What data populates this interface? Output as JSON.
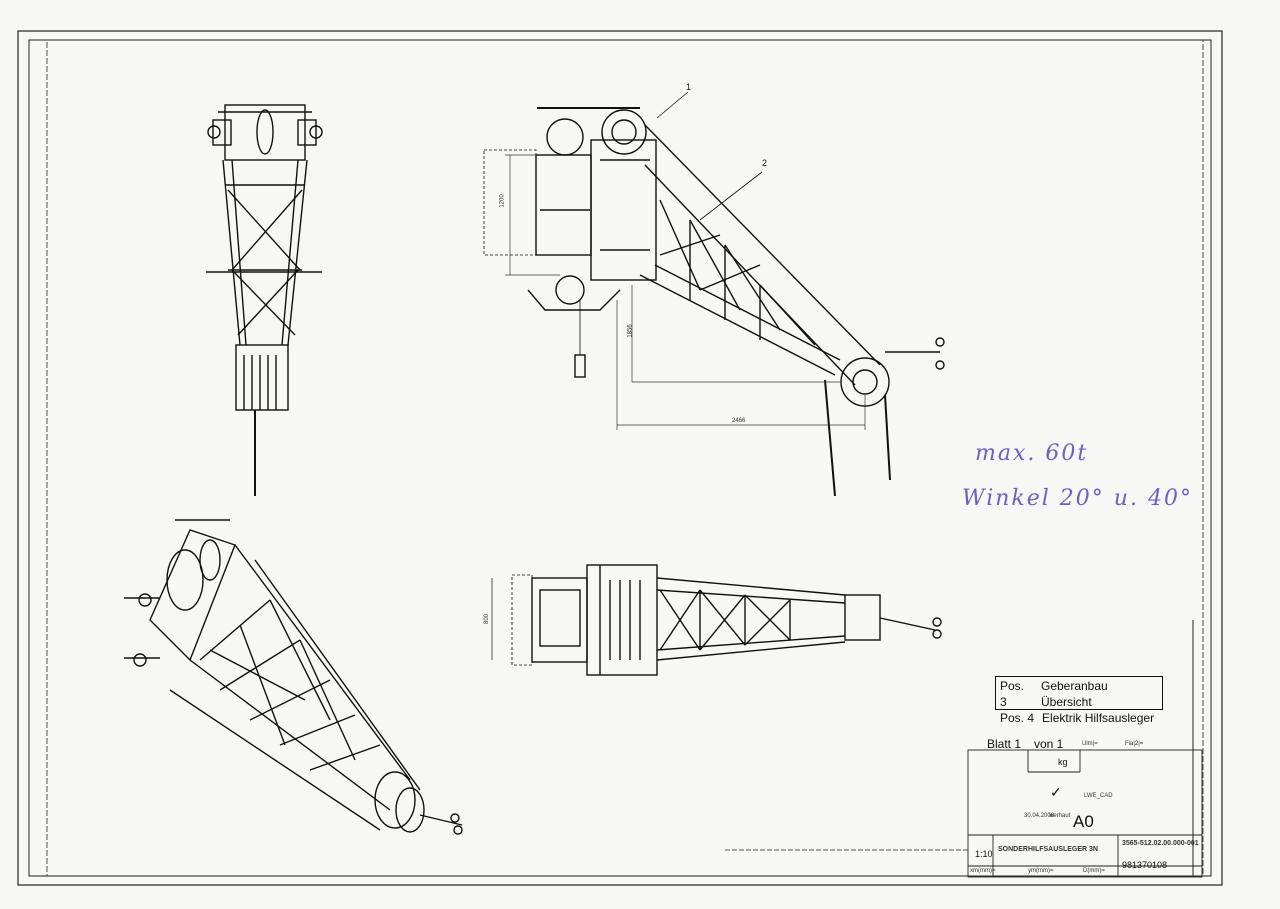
{
  "callouts": [
    "1",
    "2"
  ],
  "dimensions": {
    "side_height": "1200",
    "side_drop": "1856",
    "side_width": "2466",
    "plan_width": "800"
  },
  "handwritten": {
    "line1": "max. 60t",
    "line2": "Winkel 20° u. 40°"
  },
  "positions": [
    {
      "pos": "Pos. 3",
      "text": "Geberanbau Übersicht"
    },
    {
      "pos": "Pos. 4",
      "text": "Elektrik Hilfsausleger"
    }
  ],
  "title_block": {
    "sheet": "Blatt 1",
    "of": "von 1",
    "unit_weight": "kg",
    "check": "✓",
    "cad": "LWE_CAD",
    "date": "30.04.2008",
    "author": "werhaut",
    "format": "A0",
    "scale": "1:10",
    "title": "SONDERHILFSAUSLEGER 3N",
    "drawing_no": "3565-512.02.00.000-001",
    "item_no": "981370108",
    "f1": "Ulm|=",
    "f2": "Fla|2|=",
    "f3": "xm(mm)=",
    "f4": "ym(mm)=",
    "f5": "D(mm)="
  }
}
